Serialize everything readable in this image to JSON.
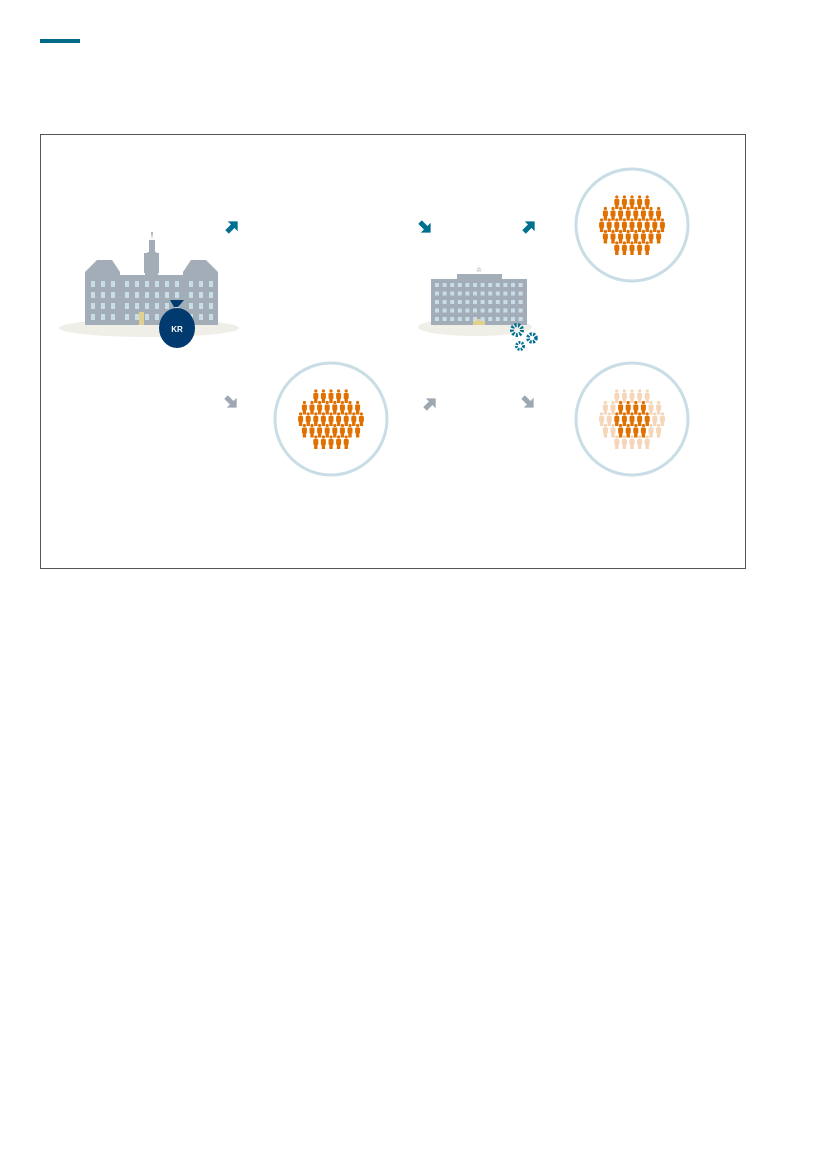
{
  "colors": {
    "accent": "#006a8a",
    "building": "#a3adb8",
    "window": "#c8dde6",
    "bag": "#003a6e",
    "arrow_active": "#00708f",
    "arrow_inactive": "#9ea8b2",
    "person": "#e07000",
    "person_faded": "#f5d6b8",
    "circle": "#c8dde6",
    "ground": "#efefe8"
  },
  "bag": {
    "label": "KR"
  },
  "people_rows": [
    5,
    8,
    9,
    8,
    5
  ]
}
